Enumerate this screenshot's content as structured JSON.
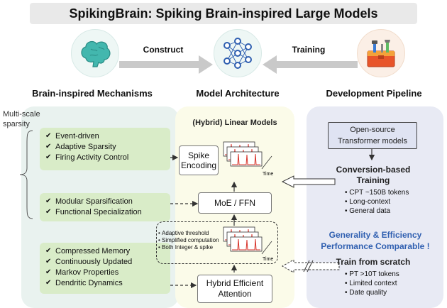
{
  "title": "SpikingBrain: Spiking Brain-inspired Large Models",
  "top": {
    "left_label": "Brain-inspired Mechanisms",
    "center_label": "Model Architecture",
    "right_label": "Development Pipeline",
    "arrow_left": "Construct",
    "arrow_right": "Training"
  },
  "left": {
    "multiscale": "Multi-scale sparsity",
    "group1": [
      "Event-driven",
      "Adaptive Sparsity",
      "Firing Activity Control"
    ],
    "group2": [
      "Modular Sparsification",
      "Functional Specialization"
    ],
    "group3": [
      "Compressed Memory",
      "Continuously Updated",
      "Markov Properties",
      "Dendritic Dynamics"
    ]
  },
  "mid": {
    "heading": "(Hybrid) Linear Models",
    "spike_encoding": "Spike Encoding",
    "moe": "MoE / FFN",
    "attention": "Hybrid Efficient Attention",
    "time": "Time",
    "notes": [
      "Adaptive threshold",
      "Simplified computation",
      "Both Integer & spike"
    ]
  },
  "right": {
    "open_source": "Open-source Transformer models",
    "conversion": "Conversion-based Training",
    "conv_items": [
      "CPT ~150B tokens",
      "Long-context",
      "General data"
    ],
    "generality1": "Generality & Efficiency",
    "generality2": "Performance Comparable !",
    "scratch": "Train from scratch",
    "scratch_items": [
      "PT >10T tokens",
      "Limited context",
      "Date quality"
    ]
  },
  "colors": {
    "left_panel": "#e9f2ef",
    "mid_panel": "#fbfbe9",
    "right_panel": "#e8eaf4",
    "green_box": "#d9ecc8",
    "accent_blue": "#2f5fb0",
    "spike_red": "#d8342b"
  }
}
